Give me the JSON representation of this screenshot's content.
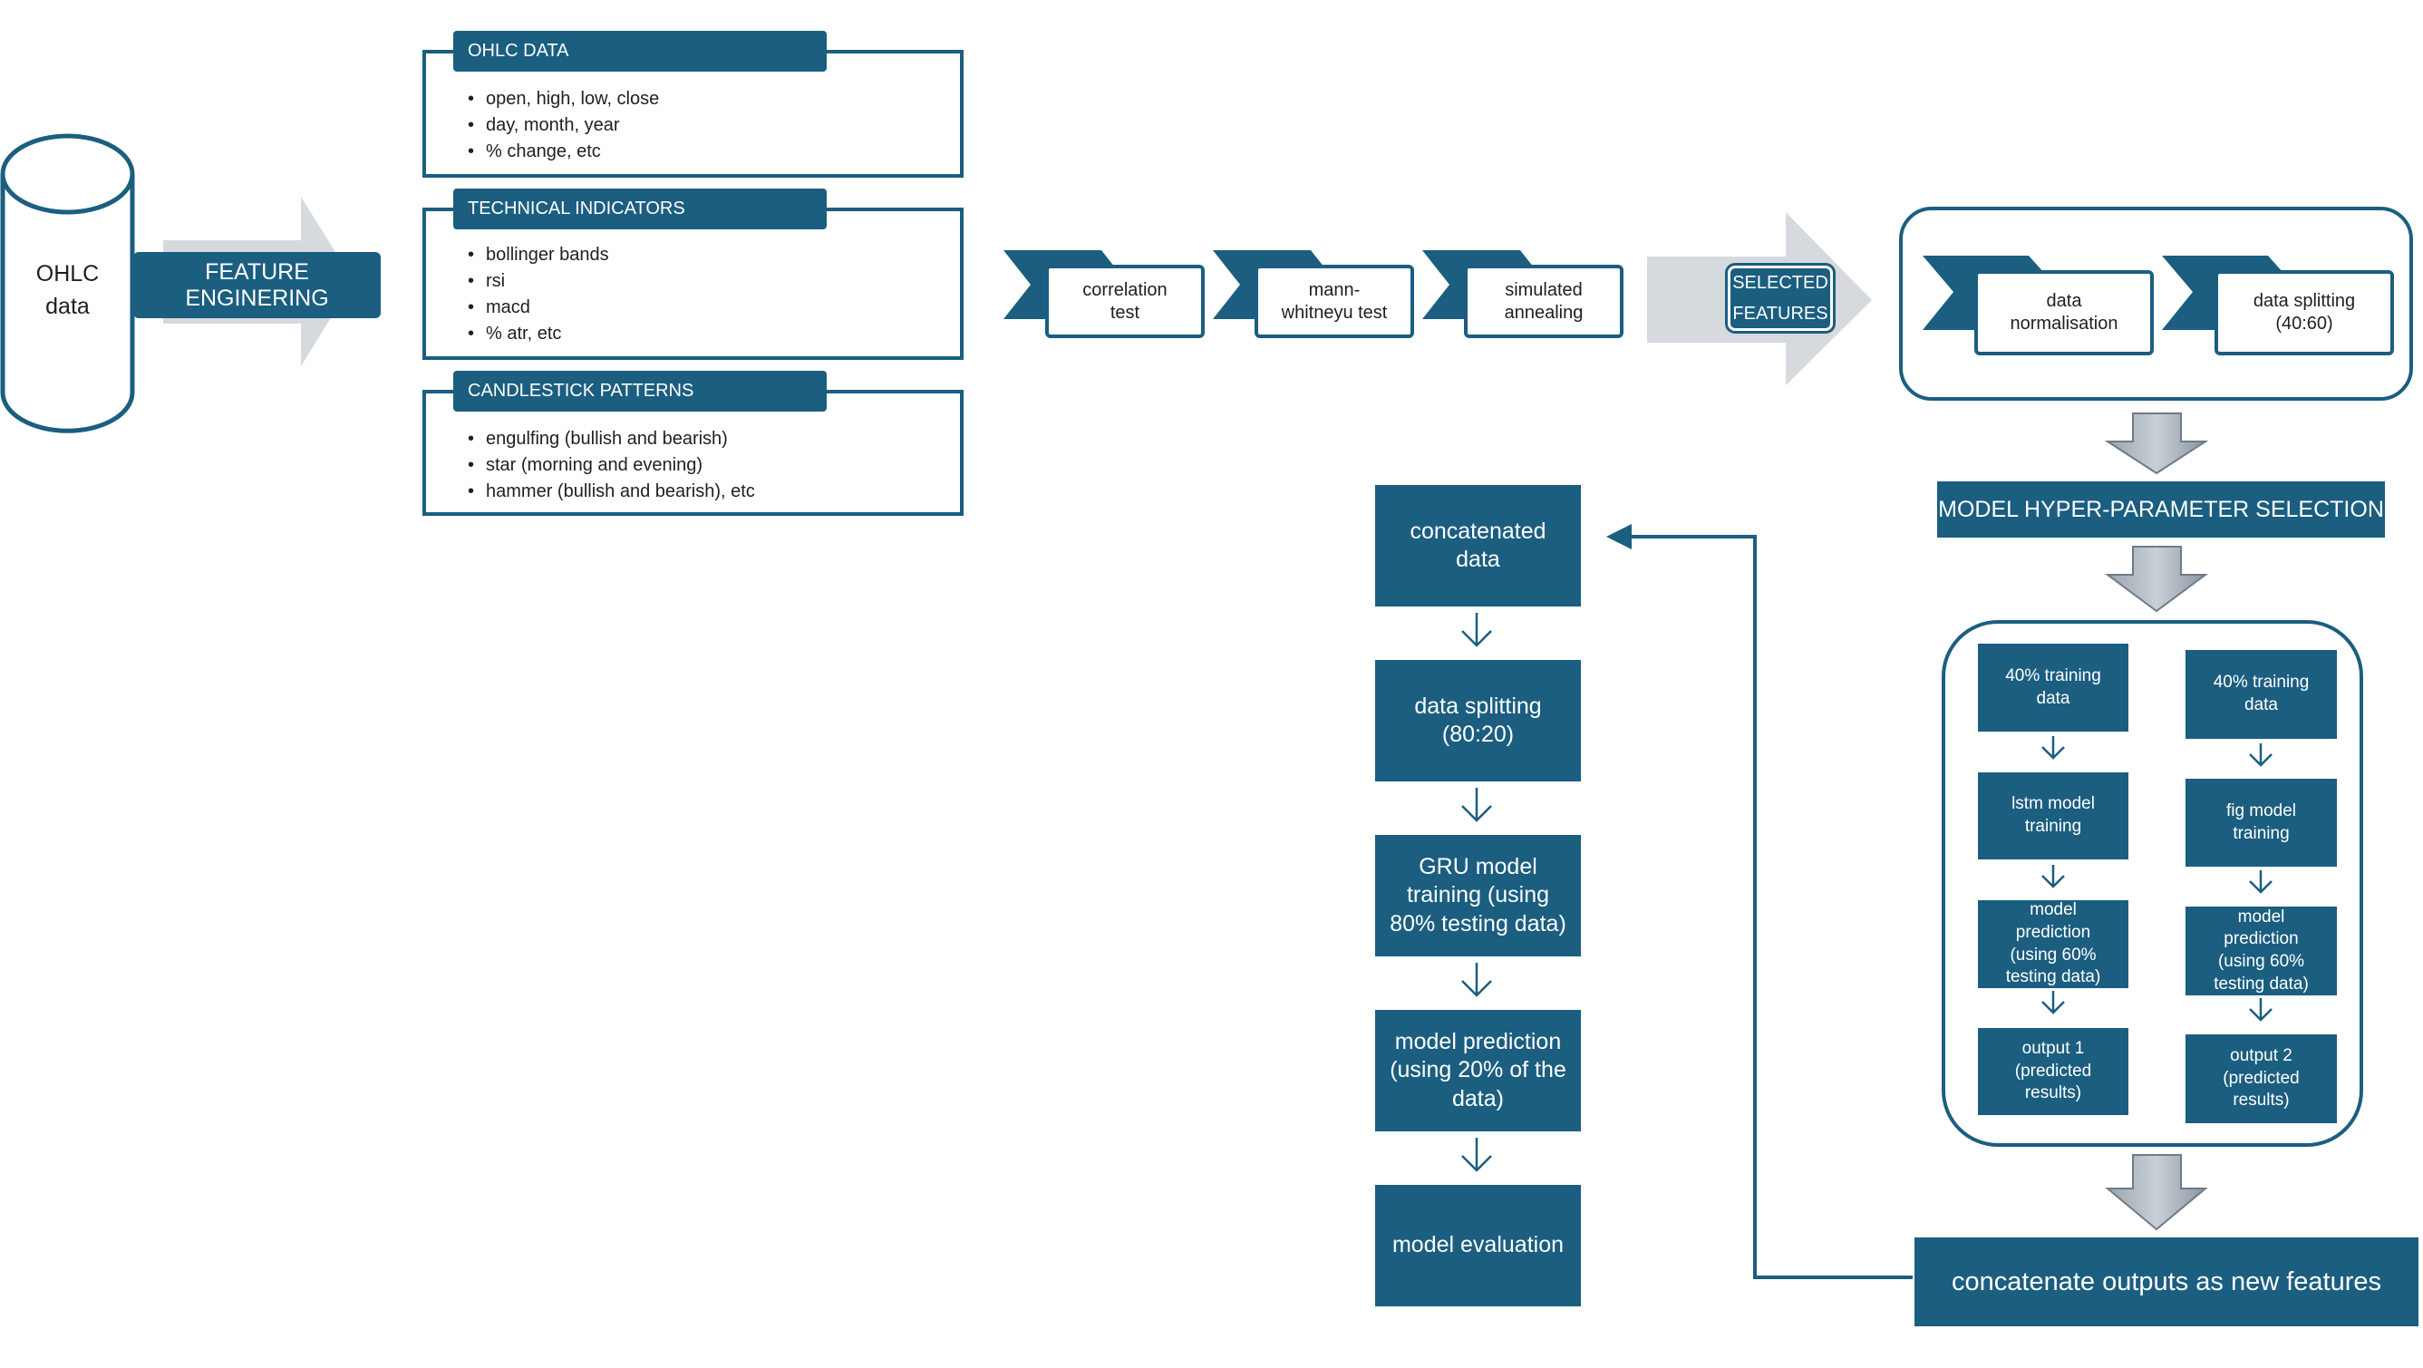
{
  "database": {
    "label_line1": "OHLC",
    "label_line2": "data"
  },
  "feature_engineering": {
    "label": "FEATURE ENGINERING"
  },
  "groups": [
    {
      "title": "OHLC DATA",
      "items": [
        "open, high, low, close",
        "day, month, year",
        "% change, etc"
      ]
    },
    {
      "title": "TECHNICAL INDICATORS",
      "items": [
        "bollinger bands",
        "rsi",
        "macd",
        "% atr, etc"
      ]
    },
    {
      "title": "CANDLESTICK PATTERNS",
      "items": [
        "engulfing (bullish and bearish)",
        "star (morning and evening)",
        "hammer (bullish and bearish), etc"
      ]
    }
  ],
  "selection_steps": [
    {
      "line1": "correlation",
      "line2": "test"
    },
    {
      "line1": "mann-",
      "line2": "whitneyu test"
    },
    {
      "line1": "simulated",
      "line2": "annealing"
    }
  ],
  "selected_features": {
    "line1": "SELECTED",
    "line2": "FEATURES"
  },
  "preprocess_steps": [
    {
      "line1": "data",
      "line2": "normalisation"
    },
    {
      "line1": "data splitting",
      "line2": "(40:60)"
    }
  ],
  "hyperparam": {
    "label": "MODEL HYPER-PARAMETER SELECTION"
  },
  "left_branch": [
    {
      "lines": [
        "40% training",
        "data"
      ]
    },
    {
      "lines": [
        "lstm model",
        "training"
      ]
    },
    {
      "lines": [
        "model",
        "prediction",
        "(using 60%",
        "testing data)"
      ]
    },
    {
      "lines": [
        "output 1",
        "(predicted",
        "results)"
      ]
    }
  ],
  "right_branch": [
    {
      "lines": [
        "40% training",
        "data"
      ]
    },
    {
      "lines": [
        "fig model",
        "training"
      ]
    },
    {
      "lines": [
        "model",
        "prediction",
        "(using 60%",
        "testing data)"
      ]
    },
    {
      "lines": [
        "output 2",
        "(predicted",
        "results)"
      ]
    }
  ],
  "concat_outputs": {
    "label": "concatenate outputs as new features"
  },
  "final_pipeline": [
    {
      "lines": [
        "concatenated",
        "data"
      ]
    },
    {
      "lines": [
        "data splitting",
        "(80:20)"
      ]
    },
    {
      "lines": [
        "GRU model",
        "training (using",
        "80% testing data)"
      ]
    },
    {
      "lines": [
        "model prediction",
        "(using 20% of the",
        "data)"
      ]
    },
    {
      "lines": [
        "model evaluation"
      ]
    }
  ],
  "colors": {
    "primary": "#1b5e80",
    "arrow_light": "#d6d9de",
    "arrow_gray": "#8f9aa5"
  }
}
